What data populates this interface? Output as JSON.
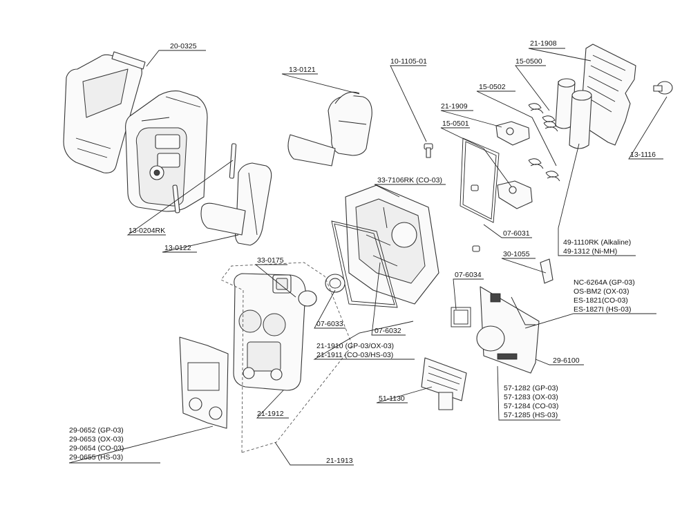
{
  "labels": {
    "l_20_0325": "20-0325",
    "l_13_0121": "13-0121",
    "l_10_1105_01": "10-1105-01",
    "l_21_1908": "21-1908",
    "l_15_0500": "15-0500",
    "l_15_0502": "15-0502",
    "l_21_1909": "21-1909",
    "l_15_0501": "15-0501",
    "l_13_1116": "13-1116",
    "l_33_7106rk": "33-7106RK (CO-03)",
    "l_13_0204rk": "13-0204RK",
    "l_13_0122": "13-0122",
    "l_07_6031": "07-6031",
    "l_49_1110rk": "49-1110RK (Alkaline)",
    "l_49_1312": "49-1312 (Ni-MH)",
    "l_33_0175": "33-0175",
    "l_30_1055": "30-1055",
    "l_07_6034": "07-6034",
    "l_nc_6264a": "NC-6264A (GP-03)",
    "l_os_bm2": "OS-BM2 (OX-03)",
    "l_es_1821": "ES-1821(CO-03)",
    "l_es_1827i": "ES-1827I (HS-03)",
    "l_07_6033": "07-6033",
    "l_07_6032": "07-6032",
    "l_21_1910": "21-1910 (GP-03/OX-03)",
    "l_21_1911": "21-1911 (CO-03/HS-03)",
    "l_29_6100": "29-6100",
    "l_57_1282": "57-1282 (GP-03)",
    "l_57_1283": "57-1283 (OX-03)",
    "l_57_1284": "57-1284 (CO-03)",
    "l_57_1285": "57-1285 (HS-03)",
    "l_51_1130": "51-1130",
    "l_21_1912": "21-1912",
    "l_29_0652": "29-0652 (GP-03)",
    "l_29_0653": "29-0653 (OX-03)",
    "l_29_0654": "29-0654 (CO-03)",
    "l_29_0655": "29-0655 (HS-03)",
    "l_21_1913": "21-1913"
  }
}
